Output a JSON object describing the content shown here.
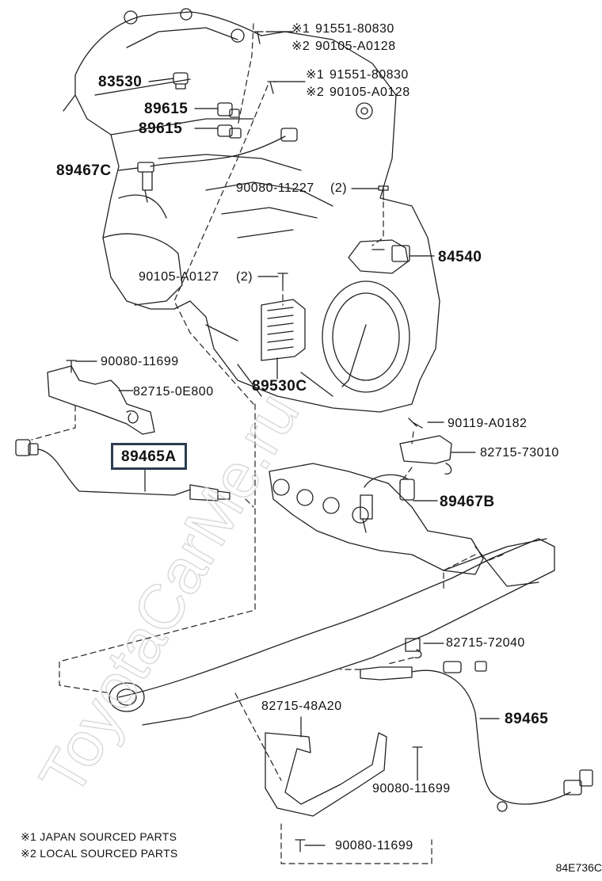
{
  "labels": {
    "p83530": "83530",
    "p89615a": "89615",
    "p89615b": "89615",
    "p89467c": "89467C",
    "p84540": "84540",
    "p89530c": "89530C",
    "p89467b": "89467B",
    "p89465": "89465",
    "p89465a": "89465A",
    "b91551_1": "91551-80830",
    "b90105_1": "90105-A0128",
    "b91551_2": "91551-80830",
    "b90105_2": "90105-A0128",
    "mark1": "※1",
    "mark2": "※2",
    "b90080_11227": "90080-11227",
    "q90080_11227": "(2)",
    "b90105_a0127": "90105-A0127",
    "q90105_a0127": "(2)",
    "b90080_11699_top": "90080-11699",
    "b82715_0e800": "82715-0E800",
    "b90119_a0182": "90119-A0182",
    "b82715_73010": "82715-73010",
    "b82715_72040": "82715-72040",
    "b82715_48a20": "82715-48A20",
    "b90080_11699_mid": "90080-11699",
    "b90080_11699_bot": "90080-11699"
  },
  "notes": {
    "n1": "※1 JAPAN SOURCED PARTS",
    "n2": "※2 LOCAL SOURCED PARTS"
  },
  "diagram_code": "84E736C",
  "watermark": "ToyotaCarMe.ru"
}
